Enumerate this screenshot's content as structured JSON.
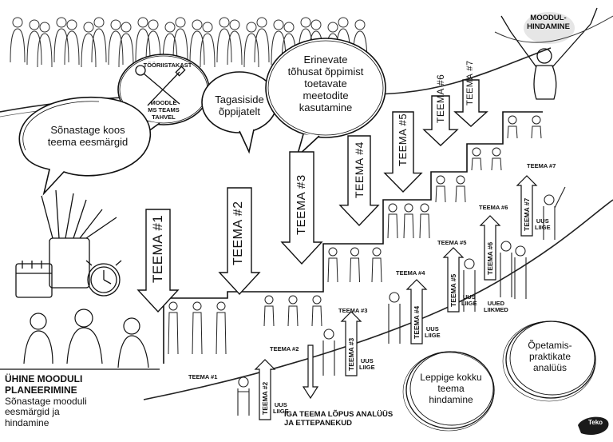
{
  "speech_bubbles": {
    "tools_title": "TÖÖRIISTAKAST",
    "tools_items": [
      "MOODLE",
      "MS TEAMS",
      "TAHVEL"
    ],
    "feedback": [
      "Tagasiside",
      "õppijatelt"
    ],
    "goals": [
      "Sõnastage koos",
      "teema eesmärgid"
    ],
    "methods": [
      "Erinevate",
      "tõhusat õppimist",
      "toetavate",
      "meetodite",
      "kasutamine"
    ]
  },
  "module_assessment": [
    "MOODUL-",
    "HINDAMINE"
  ],
  "planning": {
    "title": [
      "ÜHINE MOODULI",
      "PLANEERIMINE"
    ],
    "subtitle": [
      "Sõnastage mooduli",
      "eesmärgid ja",
      "hindamine"
    ]
  },
  "down_arrows": [
    "TEEMA #1",
    "TEEMA #2",
    "TEEMA #3",
    "TEEMA #4",
    "TEEMA #5",
    "TEEMA #6",
    "TEEMA #7"
  ],
  "stair_labels": [
    "TEEMA #1",
    "TEEMA #2",
    "TEEMA #3",
    "TEEMA #4",
    "TEEMA #5",
    "TEEMA #6",
    "TEEMA #7"
  ],
  "up_arrows": [
    "TEEMA #2",
    "TEEMA #3",
    "TEEMA #4",
    "TEEMA #5",
    "TEEMA #6",
    "TEEMA #7"
  ],
  "new_member": [
    "UUS",
    "LIIGE"
  ],
  "new_members": [
    "UUED",
    "LIIKMED"
  ],
  "footer": [
    "IGA TEEMA LÕPUS ANALÜÜS",
    "JA ETTEPANEKUD"
  ],
  "circles": {
    "agree": [
      "Leppige kokku",
      "teema",
      "hindamine"
    ],
    "analysis": [
      "Õpetamis-",
      "praktikate",
      "analüüs"
    ]
  },
  "logo": "Teko"
}
